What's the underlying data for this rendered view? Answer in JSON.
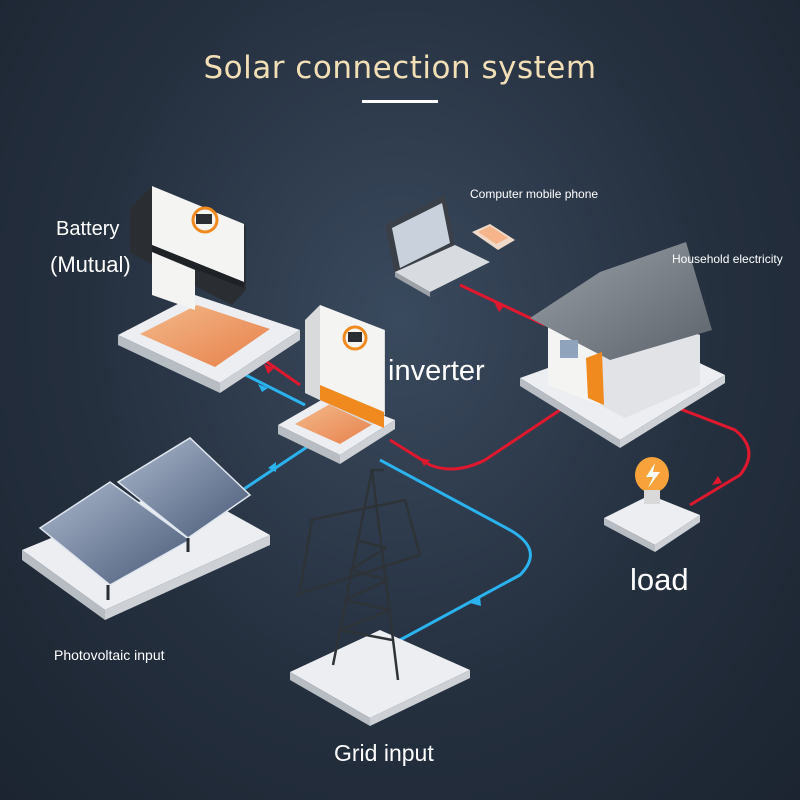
{
  "title": "Solar connection system",
  "labels": {
    "battery": "Battery",
    "battery_sub": "(Mutual)",
    "inverter": "inverter",
    "computer": "Computer mobile phone",
    "household": "Household electricity",
    "load": "load",
    "photovoltaic": "Photovoltaic input",
    "grid": "Grid input"
  },
  "colors": {
    "title": "#f2dfb6",
    "ac_line": "#e0182e",
    "dc_line": "#2ab3ee",
    "platform_glow": "#f0a06a",
    "inverter_accent": "#f08a1e"
  },
  "icons": [
    "battery-inverter-unit-icon",
    "inverter-unit-icon",
    "laptop-icon",
    "mobile-phone-icon",
    "house-icon",
    "light-bulb-icon",
    "solar-panel-icon",
    "transmission-tower-icon"
  ]
}
